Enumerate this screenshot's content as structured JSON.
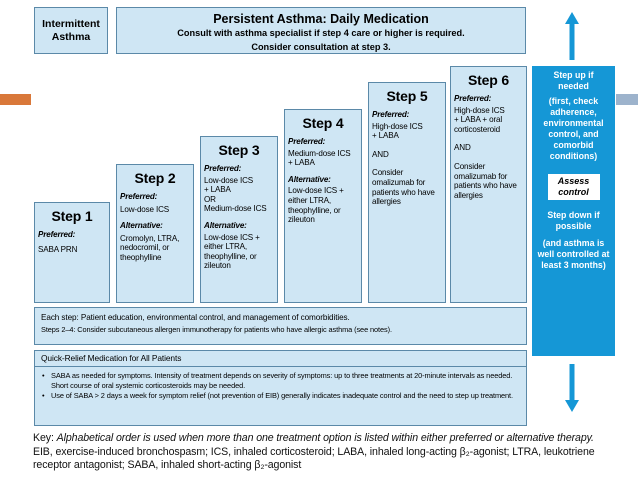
{
  "header": {
    "intermittent": "Intermittent Asthma",
    "persistent_title": "Persistent Asthma: Daily Medication",
    "persistent_line1": "Consult with asthma specialist if step 4 care or higher is required.",
    "persistent_line2": "Consider consultation at step 3."
  },
  "steps": [
    {
      "title": "Step 1",
      "preferred_label": "Preferred:",
      "preferred": "SABA PRN"
    },
    {
      "title": "Step 2",
      "preferred_label": "Preferred:",
      "preferred": "Low-dose ICS",
      "alternative_label": "Alternative:",
      "alternative": "Cromolyn, LTRA, nedocromil, or theophylline"
    },
    {
      "title": "Step 3",
      "preferred_label": "Preferred:",
      "preferred_lines": [
        "Low-dose ICS",
        "+ LABA",
        "OR",
        "Medium-dose ICS"
      ],
      "alternative_label": "Alternative:",
      "alternative": "Low-dose ICS + either LTRA, theophylline, or zileuton"
    },
    {
      "title": "Step 4",
      "preferred_label": "Preferred:",
      "preferred_lines": [
        "Medium-dose ICS",
        "+ LABA"
      ],
      "alternative_label": "Alternative:",
      "alternative": "Low-dose ICS + either LTRA, theophylline, or zileuton"
    },
    {
      "title": "Step 5",
      "preferred_label": "Preferred:",
      "preferred_lines": [
        "High-dose ICS",
        "+ LABA"
      ],
      "and_label": "AND",
      "consider": "Consider omalizumab for patients who have allergies"
    },
    {
      "title": "Step 6",
      "preferred_label": "Preferred:",
      "preferred_lines": [
        "High-dose ICS",
        "+ LABA + oral",
        "corticosteroid"
      ],
      "and_label": "AND",
      "consider": "Consider omalizumab for patients who have allergies"
    }
  ],
  "side_panel": {
    "step_up": "Step up if needed",
    "step_up_note": "(first, check adherence, environmental control, and comorbid conditions)",
    "assess": "Assess control",
    "step_down": "Step down if possible",
    "step_down_note": "(and asthma is well controlled at least 3 months)"
  },
  "each_step": {
    "line1": "Each step: Patient education, environmental control, and management of comorbidities.",
    "line2": "Steps 2–4: Consider subcutaneous allergen immunotherapy for patients who have allergic asthma (see notes)."
  },
  "quick_relief": {
    "title": "Quick-Relief Medication for All Patients",
    "bullets": [
      "SABA as needed for symptoms. Intensity of treatment depends on severity of symptoms: up to three treatments at 20-minute intervals as needed. Short course of oral systemic corticosteroids may be needed.",
      "Use of SABA > 2 days a week for symptom relief (not prevention of EIB) generally indicates inadequate control and the need to step up treatment."
    ]
  },
  "key": {
    "label": "Key:",
    "italic": "Alphabetical order is used when more than one treatment option is listed within either preferred or alternative therapy.",
    "rest": " EIB, exercise-induced bronchospasm; ICS, inhaled corticosteroid; LABA, inhaled long-acting β₂-agonist; LTRA, leukotriene receptor antagonist; SABA, inhaled short-acting β₂-agonist"
  },
  "colors": {
    "box_fill": "#cfe6f4",
    "box_border": "#5b89a8",
    "side_panel": "#1597d6",
    "arrow": "#1597d6",
    "deco_left": "#d9783a",
    "deco_right": "#9db3cc"
  },
  "icons": {
    "up_arrow": "arrow-up-icon",
    "down_arrow": "arrow-down-icon"
  }
}
